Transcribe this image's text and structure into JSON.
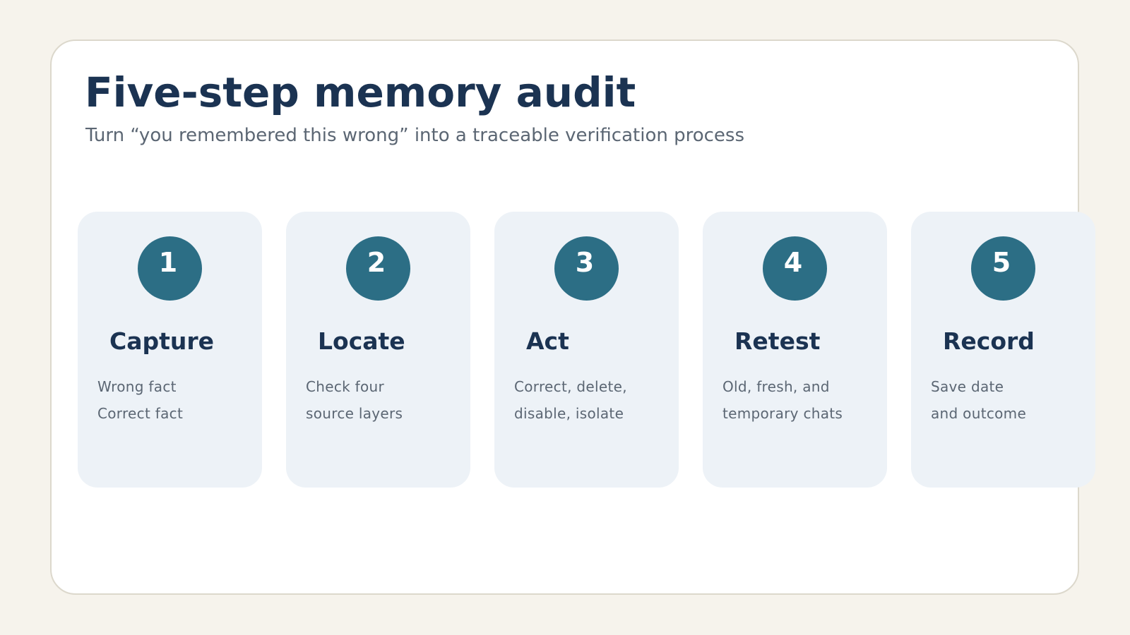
{
  "title": "Five-step memory audit",
  "subtitle": "Turn “you remembered this wrong” into a traceable verification process",
  "colors": {
    "background": "#f6f3ec",
    "panel": "#ffffff",
    "panel_border": "#dcd8cc",
    "card": "#edf2f7",
    "badge": "#2c6e85",
    "heading": "#1b3352",
    "muted_text": "#5b6673"
  },
  "steps": [
    {
      "number": "1",
      "title": "Capture",
      "lines": [
        "Wrong fact",
        "Correct fact"
      ]
    },
    {
      "number": "2",
      "title": "Locate",
      "lines": [
        "Check four",
        "source layers"
      ]
    },
    {
      "number": "3",
      "title": "Act",
      "lines": [
        "Correct, delete,",
        "disable, isolate"
      ]
    },
    {
      "number": "4",
      "title": "Retest",
      "lines": [
        "Old, fresh, and",
        "temporary chats"
      ]
    },
    {
      "number": "5",
      "title": "Record",
      "lines": [
        "Save date",
        "and outcome"
      ]
    }
  ]
}
